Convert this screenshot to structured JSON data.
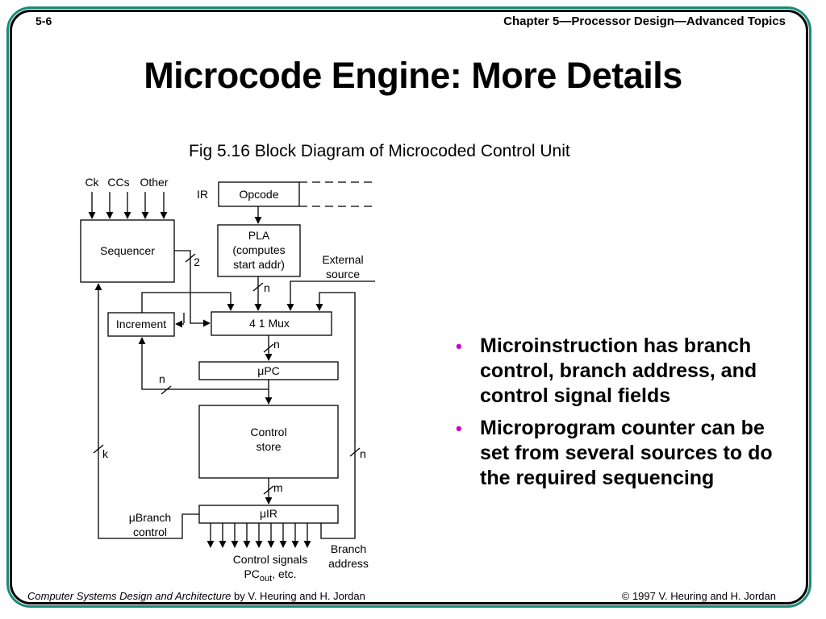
{
  "header": {
    "slide_number": "5-6",
    "chapter": "Chapter 5—Processor Design—Advanced Topics"
  },
  "title": "Microcode Engine: More Details",
  "figure": {
    "caption": "Fig 5.16  Block Diagram of Microcoded Control Unit",
    "inputs": {
      "ck": "Ck",
      "ccs": "CCs",
      "other": "Other"
    },
    "ir_label": "IR",
    "blocks": {
      "opcode": "Opcode",
      "sequencer": "Sequencer",
      "pla_line1": "PLA",
      "pla_line2": "(computes",
      "pla_line3": "start addr)",
      "increment": "Increment",
      "mux": "4   1 Mux",
      "upc_mu": "μ",
      "upc": "PC",
      "control_store_line1": "Control",
      "control_store_line2": "store",
      "uir_mu": "μ",
      "uir": "IR"
    },
    "external_source_line1": "External",
    "external_source_line2": "source",
    "bus_widths": {
      "sequencer_out": "2",
      "pla_out": "n",
      "mux_out": "n",
      "increment_in": "n",
      "branch_control": "k",
      "branch_address": "n",
      "control_store_out": "m"
    },
    "branch_control_mu": "μ",
    "branch_control_line1": "Branch",
    "branch_control_line2": "control",
    "control_signals_line1": "Control signals",
    "control_signals_pc": "PC",
    "control_signals_sub": "out",
    "control_signals_rest": ", etc.",
    "branch_address_line1": "Branch",
    "branch_address_line2": "address"
  },
  "bullets": [
    "Microinstruction has branch control, branch address, and control signal fields",
    "Microprogram counter can be set from several sources to do the required sequencing"
  ],
  "footer": {
    "book_title": "Computer Systems Design and Architecture",
    "authors": " by V. Heuring and H. Jordan",
    "copyright": "© 1997 V. Heuring and H. Jordan"
  },
  "colors": {
    "frame_outer": "#1a8a7a",
    "frame_inner": "#000000",
    "bullet": "#cc00cc"
  }
}
